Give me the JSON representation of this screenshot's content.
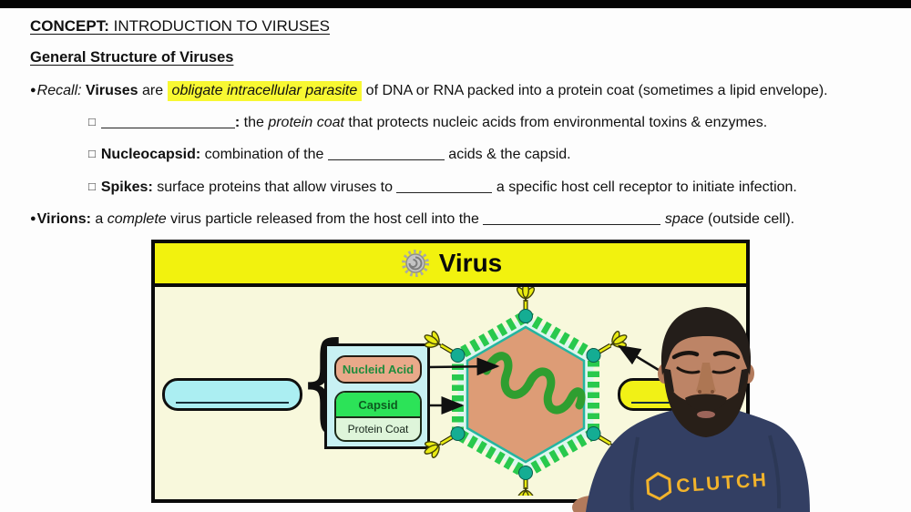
{
  "header": {
    "concept_label": "CONCEPT:",
    "concept_title": " INTRODUCTION TO VIRUSES",
    "subtitle": "General Structure of Viruses"
  },
  "notes": {
    "l1": {
      "bullet": "●",
      "lead": "Recall:",
      "term": " Viruses",
      "mid": " are ",
      "highlight": "obligate intracellular parasite",
      "rest": " of DNA or RNA packed into a protein coat (sometimes a lipid envelope)."
    },
    "l2": {
      "box": "□",
      "colon": ":",
      "rest1": " the ",
      "em": "protein coat",
      "rest2": " that protects nucleic acids from environmental toxins & enzymes."
    },
    "l3": {
      "box": "□",
      "term": "Nucleocapsid:",
      "rest1": " combination of the ",
      "rest2": " acids & the capsid."
    },
    "l4": {
      "box": "□",
      "term": "Spikes:",
      "rest1": " surface proteins that allow viruses to ",
      "rest2": " a specific host cell receptor to initiate infection."
    },
    "l5": {
      "bullet": "●",
      "term": "Virions:",
      "rest1": " a ",
      "em": "complete",
      "rest2": " virus particle released from the host cell into the ",
      "em2": "space",
      "rest3": " (outside cell)."
    }
  },
  "diagram": {
    "title": "Virus",
    "nucleic_acid_label": "Nucleid Acid",
    "capsid_label": "Capsid",
    "protein_coat_label": "Protein Coat"
  },
  "instructor": {
    "shirt_text": "CLUTCH"
  },
  "colors": {
    "highlight": "#f8f832",
    "diagram_header_yellow": "#f2f20e",
    "diagram_body_cream": "#f8f8dc",
    "capsid_salmon": "#dd9c76",
    "bead_green": "#29c94d",
    "spike_yellow": "#e9eb12",
    "shirt_navy": "#333f63",
    "logo_gold": "#f2b32b"
  }
}
